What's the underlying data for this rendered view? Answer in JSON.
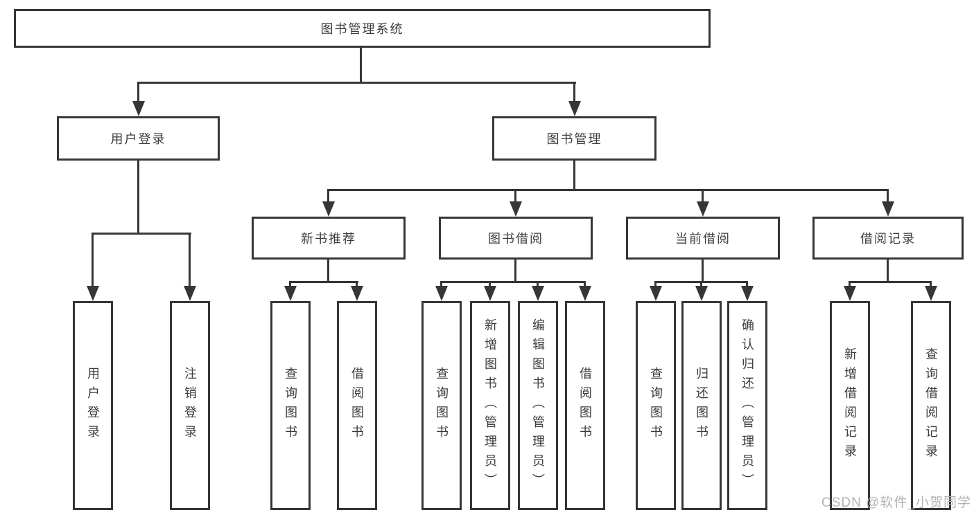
{
  "colors": {
    "line": "#363636",
    "text": "#3c3c3c",
    "watermark": "#b3b3b3",
    "background": "#ffffff"
  },
  "diagram": {
    "root": {
      "label": "图书管理系统"
    },
    "level2": [
      {
        "label": "用户登录"
      },
      {
        "label": "图书管理"
      }
    ],
    "level3": [
      {
        "label": "新书推荐"
      },
      {
        "label": "图书借阅"
      },
      {
        "label": "当前借阅"
      },
      {
        "label": "借阅记录"
      }
    ],
    "leaves": {
      "login": [
        "用户登录",
        "注销登录"
      ],
      "newbook": [
        "查询图书",
        "借阅图书"
      ],
      "borrow": [
        "查询图书",
        "新增图书（管理员）",
        "编辑图书（管理员）",
        "借阅图书"
      ],
      "current": [
        "查询图书",
        "归还图书",
        "确认归还（管理员）"
      ],
      "records": [
        "新增借阅记录",
        "查询借阅记录"
      ]
    }
  },
  "watermark": {
    "text": "CSDN @软件_小贺同学"
  }
}
